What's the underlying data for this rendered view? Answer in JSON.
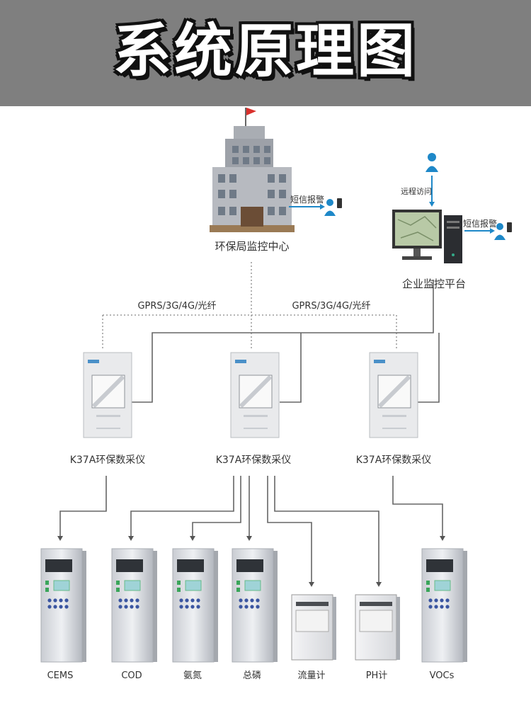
{
  "title": "系统原理图",
  "nodes": {
    "epb": "环保局监控中心",
    "enterprise": "企业监控平台",
    "sms_left": "短信报警",
    "sms_right": "短信报警",
    "remote_access": "远程访问",
    "link_left": "GPRS/3G/4G/光纤",
    "link_right": "GPRS/3G/4G/光纤",
    "collector_left": "K37A环保数采仪",
    "collector_mid": "K37A环保数采仪",
    "collector_right": "K37A环保数采仪"
  },
  "instruments": [
    "CEMS",
    "COD",
    "氨氮",
    "总磷",
    "流量计",
    "PH计",
    "VOCs"
  ],
  "colors": {
    "banner": "#7f7f7f",
    "line": "#666666",
    "accent": "#1e88c8"
  }
}
